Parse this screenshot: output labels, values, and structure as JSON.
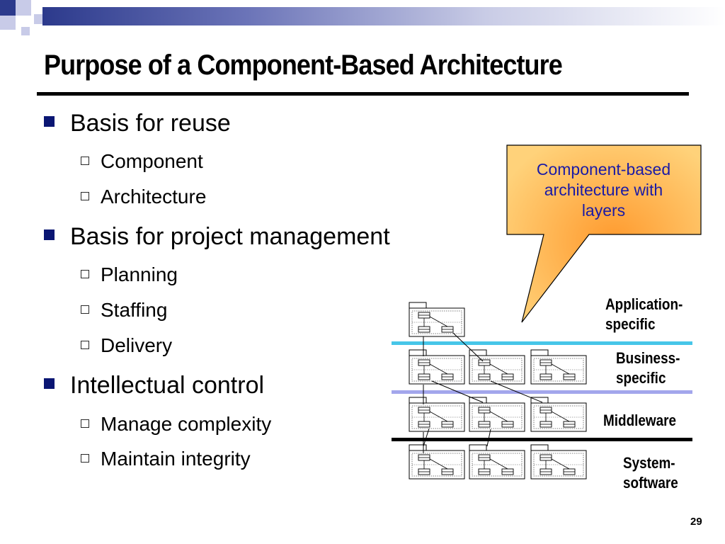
{
  "slide": {
    "title": "Purpose of a Component-Based Architecture",
    "page_number": "29"
  },
  "bullets": [
    {
      "label": "Basis for reuse",
      "children": [
        "Component",
        "Architecture"
      ]
    },
    {
      "label": "Basis for project management",
      "children": [
        "Planning",
        "Staffing",
        "Delivery"
      ]
    },
    {
      "label": "Intellectual control",
      "children": [
        "Manage complexity",
        "Maintain integrity"
      ]
    }
  ],
  "callout": {
    "lines": [
      "Component-based",
      "architecture with",
      "layers"
    ]
  },
  "layers": {
    "application": [
      "Application-",
      "specific"
    ],
    "business": [
      "Business-",
      "specific"
    ],
    "middleware": "Middleware",
    "system": [
      "System-",
      "software"
    ]
  },
  "colors": {
    "title_bar": "#2c3a8c",
    "bullet_marker": "#0a1673",
    "callout_text": "#1a1aa6",
    "callout_fill_center": "#ff9a2e",
    "callout_fill_edge": "#ffd27a",
    "rule_cyan": "#47c6e8",
    "rule_lavender": "#a3a6ec",
    "rule_black": "#000000"
  }
}
